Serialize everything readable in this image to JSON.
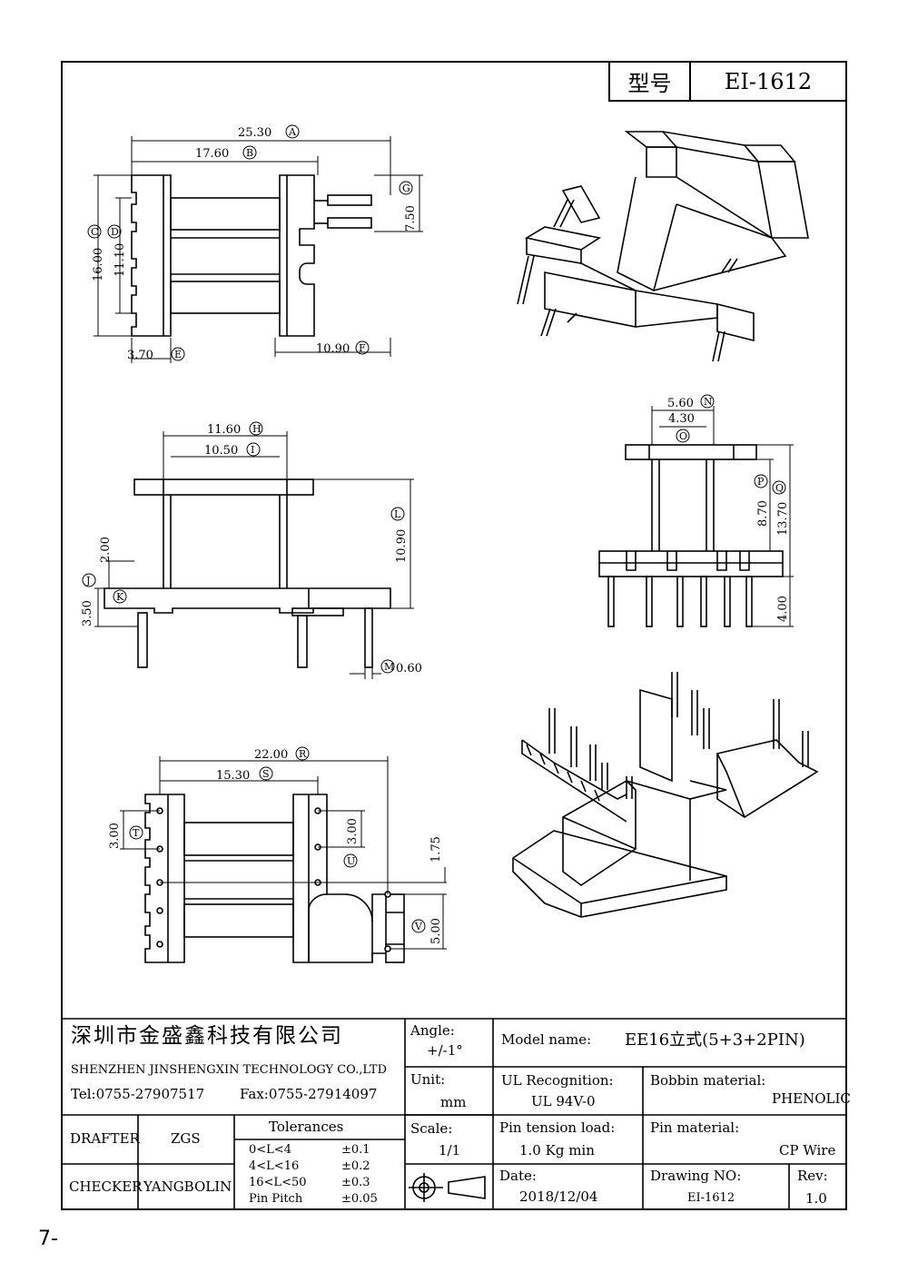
{
  "model_box": {
    "label": "型号",
    "value": "EI-1612"
  },
  "dims": {
    "A": "25.30",
    "B": "17.60",
    "C": "16.00",
    "D": "11.10",
    "G": "7.50",
    "E": "3.70",
    "F": "10.90",
    "H": "11.60",
    "I": "10.50",
    "L": "10.90",
    "J": "3.50",
    "K_val": "2.00",
    "M": "0.60",
    "N": "5.60",
    "O": "4.30",
    "P": "8.70",
    "Q": "13.70",
    "pin_len": "4.00",
    "R": "22.00",
    "S": "15.30",
    "T": "3.00",
    "U": "3.00",
    "U_extra": "1.75",
    "V": "5.00"
  },
  "labels": {
    "A": "A",
    "B": "B",
    "C": "C",
    "D": "D",
    "E": "E",
    "F": "F",
    "G": "G",
    "H": "H",
    "I": "I",
    "J": "J",
    "K": "K",
    "L": "L",
    "M": "M",
    "N": "N",
    "O": "O",
    "P": "P",
    "Q": "Q",
    "R": "R",
    "S": "S",
    "T": "T",
    "U": "U",
    "V": "V"
  },
  "title_block": {
    "company_cn": "深圳市金盛鑫科技有限公司",
    "company_en": "SHENZHEN JINSHENGXIN TECHNOLOGY CO.,LTD",
    "tel": "Tel:0755-27907517",
    "fax": "Fax:0755-27914097",
    "angle_label": "Angle:",
    "angle_value": "+/-1°",
    "unit_label": "Unit:",
    "unit_value": "mm",
    "scale_label": "Scale:",
    "scale_value": "1/1",
    "model_label": "Model name:",
    "model_value": "EE16立式(5+3+2PIN)",
    "ul_label": "UL Recognition:",
    "ul_value": "UL 94V-0",
    "bobbin_label": "Bobbin material:",
    "bobbin_value": "PHENOLIC",
    "pin_tension_label": "Pin tension load:",
    "pin_tension_value": "1.0 Kg min",
    "pin_material_label": "Pin material:",
    "pin_material_value": "CP Wire",
    "date_label": "Date:",
    "date_value": "2018/12/04",
    "drawing_label": "Drawing NO:",
    "drawing_value": "EI-1612",
    "rev_label": "Rev:",
    "rev_value": "1.0",
    "drafter_label": "DRAFTER",
    "drafter_value": "ZGS",
    "checker_label": "CHECKER",
    "checker_value": "YANGBOLIN",
    "tolerances_title": "Tolerances",
    "tolerances": [
      {
        "range": "0<L<4",
        "value": "±0.1"
      },
      {
        "range": "4<L<16",
        "value": "±0.2"
      },
      {
        "range": "16<L<50",
        "value": "±0.3"
      },
      {
        "range": "Pin Pitch",
        "value": "±0.05"
      }
    ]
  },
  "page_number": "7-"
}
